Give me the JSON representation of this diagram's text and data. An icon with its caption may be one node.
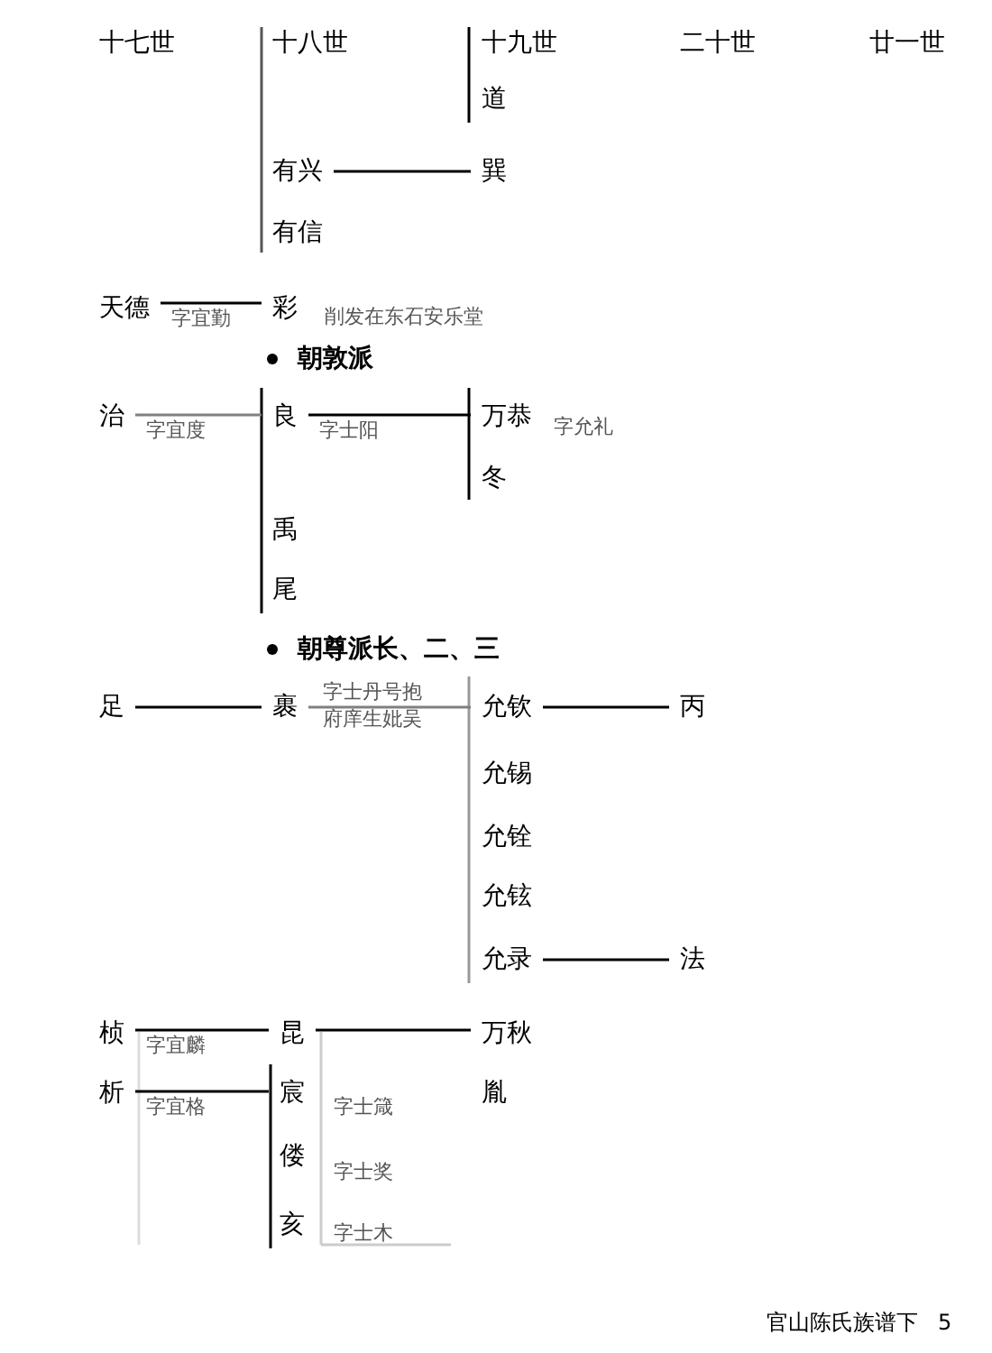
{
  "diagram": {
    "nodes": [
      {
        "text": [
          "有兴"
        ]
      },
      {
        "text": [
          "巽"
        ]
      },
      {
        "text": [
          "天德"
        ]
      },
      {
        "text": [
          "彩"
        ],
        "beside": [
          "削发在东石安乐堂"
        ]
      },
      {
        "text": [
          "治"
        ]
      },
      {
        "text": [
          "良"
        ]
      },
      {
        "text": [
          "万恭"
        ],
        "beside": [
          "字允礼"
        ]
      },
      {
        "text": [
          "足"
        ]
      },
      {
        "text": [
          "裹"
        ]
      },
      {
        "text": [
          "允钦"
        ]
      },
      {
        "text": [
          "丙"
        ]
      },
      {
        "text": [
          "允录"
        ]
      },
      {
        "text": [
          "法"
        ]
      },
      {
        "text": [
          "桢"
        ]
      },
      {
        "text": [
          "昆"
        ]
      },
      {
        "text": [
          "万秋"
        ]
      },
      {
        "text": [
          "析"
        ]
      },
      {
        "text": [
          "宸"
        ]
      }
    ],
    "edges": [
      {
        "from": 0,
        "to": 1,
        "arrow": "none"
      },
      {
        "from": 2,
        "to": 3,
        "arrow": "none",
        "label": "字宜勤"
      },
      {
        "from": 4,
        "to": 5,
        "arrow": "none",
        "label": "字宜度",
        "color": "#808080"
      },
      {
        "from": 5,
        "to": 6,
        "arrow": "none",
        "label": "字士阳"
      },
      {
        "from": 7,
        "to": 8,
        "arrow": "none"
      },
      {
        "from": 8,
        "to": 9,
        "arrow": "none",
        "color": "#808080"
      },
      {
        "from": 9,
        "to": 10,
        "arrow": "none"
      },
      {
        "from": 11,
        "to": 12,
        "arrow": "none"
      },
      {
        "from": 13,
        "to": 14,
        "arrow": "none",
        "label": "字宜麟"
      },
      {
        "from": 16,
        "to": 17,
        "arrow": "none",
        "label": "字宜格"
      },
      {
        "from": 14,
        "to": 15,
        "arrow": "none"
      }
    ],
    "labels": [
      "十七世",
      "十八世",
      "十九世",
      "二十世",
      "廿一世",
      "道",
      "有信",
      "朝敦派",
      "冬",
      "禹",
      "尾",
      "朝尊派长、二、三",
      "字士丹号抱",
      "府庠生妣吴",
      "允锡",
      "允铨",
      "允铉",
      "胤",
      "字士箴",
      "偻",
      "字士奖",
      "亥",
      "字士木",
      "官山陈氏族谱下",
      "5"
    ]
  }
}
